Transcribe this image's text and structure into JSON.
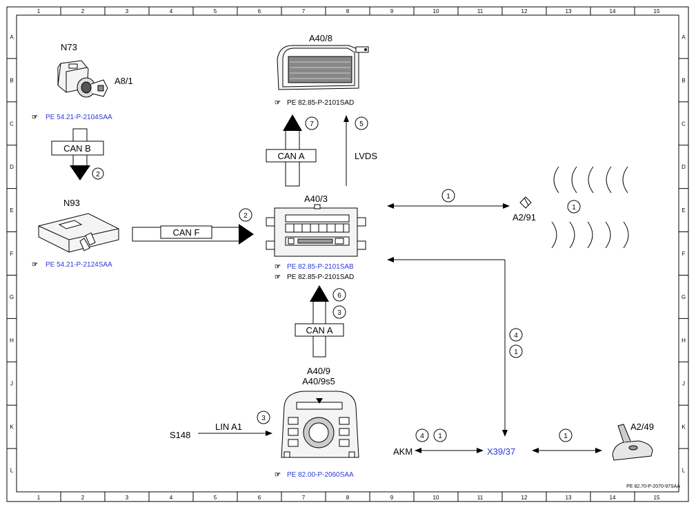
{
  "grid": {
    "columns": [
      "1",
      "2",
      "3",
      "4",
      "5",
      "6",
      "7",
      "8",
      "9",
      "10",
      "11",
      "12",
      "13",
      "14",
      "15"
    ],
    "rows": [
      "A",
      "B",
      "C",
      "D",
      "E",
      "F",
      "G",
      "H",
      "J",
      "K",
      "L"
    ]
  },
  "components": {
    "n73": "N73",
    "a8_1": "A8/1",
    "n93": "N93",
    "a40_8": "A40/8",
    "a40_3": "A40/3",
    "a40_9": "A40/9",
    "a40_9s5": "A40/9s5",
    "a2_91": "A2/91",
    "s148": "S148",
    "akm": "AKM",
    "x39_37": "X39/37",
    "a2_49": "A2/49"
  },
  "refs": {
    "n73": "PE 54.21-P-2104SAA",
    "n93": "PE 54.21-P-2124SAA",
    "a40_8": "PE 82.85-P-2101SAD",
    "a40_3_link": "PE 82.85-P-2101SAB",
    "a40_3": "PE 82.85-P-2101SAD",
    "a40_9": "PE 82.00-P-2060SAA"
  },
  "buses": {
    "can_b": "CAN B",
    "can_f": "CAN F",
    "can_a_top": "CAN A",
    "can_a_bottom": "CAN A",
    "lvds": "LVDS",
    "lin_a1": "LIN A1"
  },
  "numbers": {
    "n_canb": "2",
    "n_canf": "2",
    "n_cana_top": "7",
    "n_lvds": "5",
    "n_cana_b6": "6",
    "n_cana_b3": "3",
    "n_lin": "3",
    "n_a291_link": "1",
    "n_waves": "1",
    "n_vert_4": "4",
    "n_vert_1": "1",
    "n_akm_4": "4",
    "n_akm_1": "1",
    "n_a249": "1"
  },
  "footer_code": "PE 82.70-P-2070-97SAA",
  "colors": {
    "link": "#2a38d8",
    "line": "#000000",
    "background": "#ffffff"
  }
}
